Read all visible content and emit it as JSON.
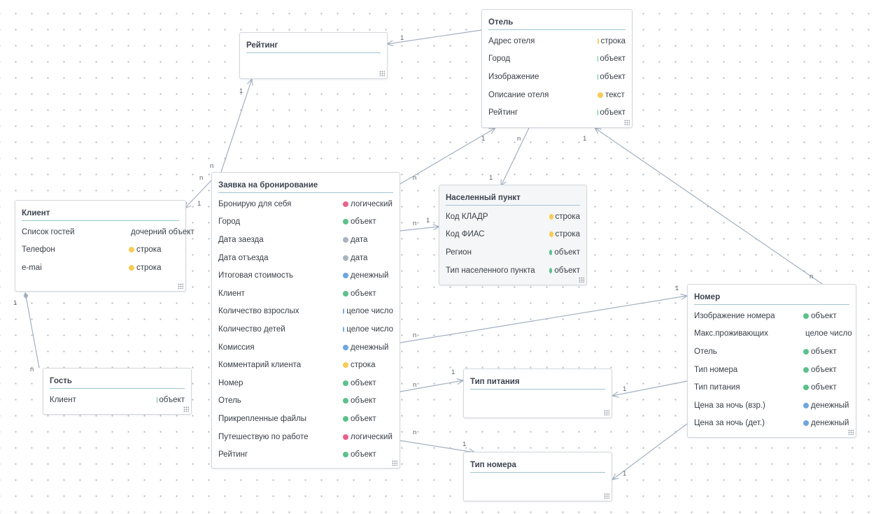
{
  "colors": {
    "logical": "#e8628a",
    "object": "#5cc08c",
    "string": "#f7cb55",
    "date": "#a9b3c0",
    "money": "#6fa6de",
    "integer": "#6fa6de",
    "text": "#f7cb55",
    "child": "#5cc08c",
    "line": "#a3b0c0"
  },
  "entities": [
    {
      "id": "reiting",
      "title": "Рейтинг",
      "fields": []
    },
    {
      "id": "otel",
      "title": "Отель",
      "fields": [
        {
          "name": "Адрес отеля",
          "type": "строка",
          "kind": "string"
        },
        {
          "name": "Город",
          "type": "объект",
          "kind": "object"
        },
        {
          "name": "Изображение",
          "type": "объект",
          "kind": "object"
        },
        {
          "name": "Описание отеля",
          "type": "текст",
          "kind": "text"
        },
        {
          "name": "Рейтинг",
          "type": "объект",
          "kind": "object"
        }
      ]
    },
    {
      "id": "klient",
      "title": "Клиент",
      "fields": [
        {
          "name": "Список гостей",
          "type": "дочерний объект",
          "kind": "child"
        },
        {
          "name": "Телефон",
          "type": "строка",
          "kind": "string"
        },
        {
          "name": "e-mai",
          "type": "строка",
          "kind": "string"
        }
      ]
    },
    {
      "id": "zayavka",
      "title": "Заявка на бронирование",
      "fields": [
        {
          "name": "Бронирую для себя",
          "type": "логический",
          "kind": "logical"
        },
        {
          "name": "Город",
          "type": "объект",
          "kind": "object"
        },
        {
          "name": "Дата заезда",
          "type": "дата",
          "kind": "date"
        },
        {
          "name": "Дата отъезда",
          "type": "дата",
          "kind": "date"
        },
        {
          "name": "Итоговая стоимость",
          "type": "денежный",
          "kind": "money"
        },
        {
          "name": "Клиент",
          "type": "объект",
          "kind": "object"
        },
        {
          "name": "Количество взрослых",
          "type": "целое число",
          "kind": "integer"
        },
        {
          "name": "Количество детей",
          "type": "целое число",
          "kind": "integer"
        },
        {
          "name": "Комиссия",
          "type": "денежный",
          "kind": "money"
        },
        {
          "name": "Комментарий клиента",
          "type": "строка",
          "kind": "string"
        },
        {
          "name": "Номер",
          "type": "объект",
          "kind": "object"
        },
        {
          "name": "Отель",
          "type": "объект",
          "kind": "object"
        },
        {
          "name": "Прикрепленные файлы",
          "type": "объект",
          "kind": "object"
        },
        {
          "name": "Путешествую по работе",
          "type": "логический",
          "kind": "logical"
        },
        {
          "name": "Рейтинг",
          "type": "объект",
          "kind": "object"
        }
      ]
    },
    {
      "id": "punkt",
      "title": "Населенный пункт",
      "fields": [
        {
          "name": "Код КЛАДР",
          "type": "строка",
          "kind": "string"
        },
        {
          "name": "Код ФИАС",
          "type": "строка",
          "kind": "string"
        },
        {
          "name": "Регион",
          "type": "объект",
          "kind": "object"
        },
        {
          "name": "Тип населенного пункта",
          "type": "объект",
          "kind": "object"
        }
      ]
    },
    {
      "id": "nomer",
      "title": "Номер",
      "fields": [
        {
          "name": "Изображение номера",
          "type": "объект",
          "kind": "object"
        },
        {
          "name": "Макс.проживающих",
          "type": "целое число",
          "kind": "integer"
        },
        {
          "name": "Отель",
          "type": "объект",
          "kind": "object"
        },
        {
          "name": "Тип номера",
          "type": "объект",
          "kind": "object"
        },
        {
          "name": "Тип питания",
          "type": "объект",
          "kind": "object"
        },
        {
          "name": "Цена за ночь (взр.)",
          "type": "денежный",
          "kind": "money"
        },
        {
          "name": "Цена за ночь (дет.)",
          "type": "денежный",
          "kind": "money"
        }
      ]
    },
    {
      "id": "gost",
      "title": "Гость",
      "fields": [
        {
          "name": "Клиент",
          "type": "объект",
          "kind": "object"
        }
      ]
    },
    {
      "id": "pitanie",
      "title": "Тип питания",
      "fields": []
    },
    {
      "id": "tipnomera",
      "title": "Тип номера",
      "fields": []
    }
  ],
  "relations": [
    {
      "from": "otel",
      "to": "reiting",
      "from_label": "",
      "to_label": "1"
    },
    {
      "from": "zayavka",
      "to": "reiting",
      "from_label": "n",
      "to_label": "1"
    },
    {
      "from": "zayavka",
      "to": "klient",
      "from_label": "n",
      "to_label": "1"
    },
    {
      "from": "zayavka",
      "to": "otel",
      "from_label": "n",
      "to_label": "1"
    },
    {
      "from": "otel",
      "to": "punkt",
      "from_label": "n",
      "to_label": "1"
    },
    {
      "from": "zayavka",
      "to": "punkt",
      "from_label": "n",
      "to_label": "1"
    },
    {
      "from": "nomer",
      "to": "otel",
      "from_label": "n",
      "to_label": "1"
    },
    {
      "from": "zayavka",
      "to": "nomer",
      "from_label": "n",
      "to_label": "1"
    },
    {
      "from": "zayavka",
      "to": "pitanie",
      "from_label": "n",
      "to_label": "1"
    },
    {
      "from": "zayavka",
      "to": "tipnomera",
      "from_label": "n",
      "to_label": "1"
    },
    {
      "from": "nomer",
      "to": "pitanie",
      "from_label": "",
      "to_label": "1"
    },
    {
      "from": "nomer",
      "to": "tipnomera",
      "from_label": "n",
      "to_label": "1"
    },
    {
      "from": "klient",
      "to": "gost",
      "from_label": "1",
      "to_label": "n",
      "composition": true
    }
  ]
}
